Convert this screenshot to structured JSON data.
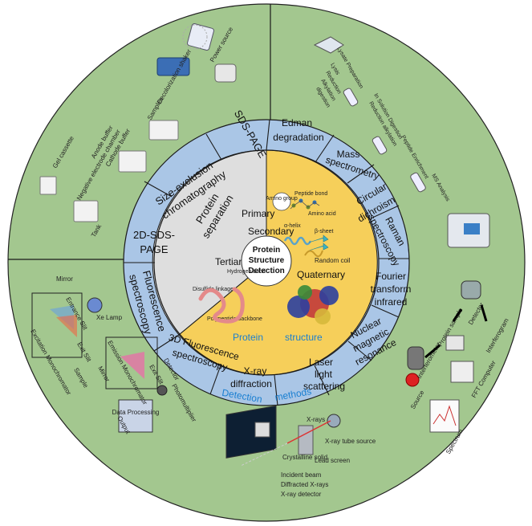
{
  "center": {
    "line1": "Protein",
    "line2": "Structure",
    "line3": "Detection"
  },
  "protein_structure": {
    "primary": "Primary",
    "secondary": "Secondary",
    "tertiary": "Tertiary",
    "quaternary": "Quaternary",
    "amino_group": "Amino group",
    "peptide_bond": "Peptide bond",
    "amino_acid": "Amino acid",
    "alpha_helix": "α-helix",
    "beta_sheet": "β-sheet",
    "random_coil": "Random coil",
    "hydrogen_bond": "Hydrogen bond",
    "disulfide_linkage": "Disulfide linkage",
    "polypeptide_backbone": "Polypeptide backbone",
    "label_protein": "Protein",
    "label_structure": "structure"
  },
  "separation": {
    "line1": "Protein",
    "line2": "separation"
  },
  "detection_ring": {
    "word1": "Detection",
    "word2": "methods"
  },
  "methods": {
    "sds_page": "SDS-PAGE",
    "edman_1": "Edman",
    "edman_2": "degradation",
    "mass_1": "Mass",
    "mass_2": "spectrometry",
    "cd_1": "Circular",
    "cd_2": "dichroism",
    "raman_1": "Raman",
    "raman_2": "spectroscopy",
    "ftir_1": "Fourier",
    "ftir_2": "transform",
    "ftir_3": "infrared",
    "nmr_1": "Nuclear",
    "nmr_2": "magnetic",
    "nmr_3": "resonance",
    "laser_1": "Laser",
    "laser_2": "light",
    "laser_3": "scattering",
    "xray_1": "X-ray",
    "xray_2": "diffraction",
    "fl3d_1": "3D Fluorescence",
    "fl3d_2": "spectroscopy",
    "fl_1": "Fluorescence",
    "fl_2": "spectroscopy",
    "sds2d_1": "2D-SDS-",
    "sds2d_2": "PAGE",
    "sec_1": "Size-exclusion",
    "sec_2": "chromatography"
  },
  "gel_panel": {
    "power_source": "Power source",
    "decolorization_shaker": "Decolorization shaker",
    "samples": "Samples",
    "gel_cassette": "Gel cassette",
    "anode_buffer": "Anode buffer",
    "cathode_buffer": "Cathode buffer",
    "negative_electrode_chamber": "Negative electrode chamber",
    "tank": "Tank"
  },
  "ms_panel": {
    "lysate_preparation": "Lysate Preparation",
    "lysis": "Lysis",
    "reduction": "Reduction",
    "alkylation": "Alkylation",
    "digestion": "digestion",
    "in_solution_digestion": "In Solution Digestion",
    "reduction_alkylation": "Reduction alkylation",
    "peptide_enrichment": "Peptide Enrichment",
    "ms_analysis": "MS Analysis"
  },
  "ftir_panel": {
    "source": "Source",
    "interferometer": "Interferometer",
    "protein_sample": "Protein sample",
    "detector": "Detector",
    "interferogram": "Interferogram",
    "fft_computer": "FFT Computer",
    "spectrum": "Spectrum"
  },
  "xray_panel": {
    "x_rays": "X-rays",
    "x_ray_tube_source": "X-ray tube source",
    "lead_screen": "Lead screen",
    "crystalline_solid": "Crystalline solid",
    "incident_beam": "Incident beam",
    "diffracted_x_rays": "Diffracted X-rays",
    "x_ray_detector": "X-ray detector"
  },
  "fluor_panel": {
    "mirror_top": "Mirror",
    "xe_lamp": "Xe Lamp",
    "entrance_slit": "Entrance Slit",
    "excitation_monochromator": "Excitation Monochromator",
    "exit_slit": "Exit Slit",
    "sample": "Sample",
    "mirror_bottom": "Mirror",
    "emission_monochromator": "Emission Monochromator",
    "exit_slit_2": "Exit Slit",
    "detector": "Detector",
    "photomultiplier": "Photomultiplier",
    "data_processing": "Data Processing",
    "output": "Output"
  },
  "colors": {
    "outer_green": "#a3c78f",
    "blue_ring": "#aac6e6",
    "yellow_core": "#f6cf5a",
    "gray_wedge": "#dcdcdc",
    "detection_text": "#1a7fd1"
  }
}
